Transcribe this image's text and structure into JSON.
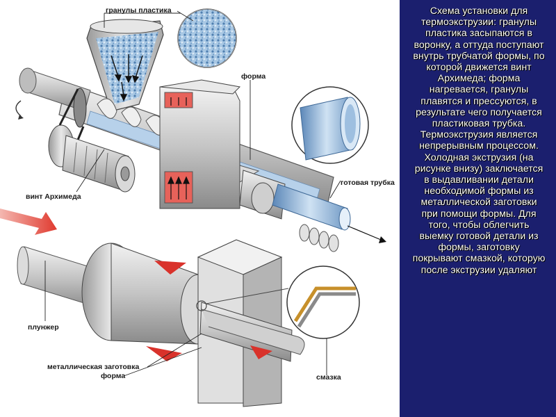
{
  "labels": {
    "granules": "гранулы пластика",
    "form_top": "форма",
    "archimedes_screw": "винт Архимеда",
    "finished_tube": "готовая трубка",
    "plunger": "плунжер",
    "metal_blank": "металлическая заготовка",
    "form_bottom": "форма",
    "lubricant": "смазка"
  },
  "caption": "Схема установки для термоэкструзии: гранулы пластика засыпаются в воронку, а оттуда поступают внутрь трубчатой формы, по которой движется винт Архимеда; форма нагревается, гранулы плавятся и прессуются, в результате чего получается пластиковая трубка. Термоэкструзия является непрерывным процессом. Холодная экструзия (на рисунке внизу) заключается в выдавливании детали необходимой формы из металлической заготовки при помощи формы. Для того, чтобы облегчить выемку готовой детали из формы, заготовку покрывают смазкой, которую после экструзии удаляют",
  "colors": {
    "panel_background": "#1b1f6e",
    "panel_text": "#ffffff",
    "metal": "#c9c9c9",
    "granules": "#8fb6d9",
    "heat": "#d9322b"
  }
}
